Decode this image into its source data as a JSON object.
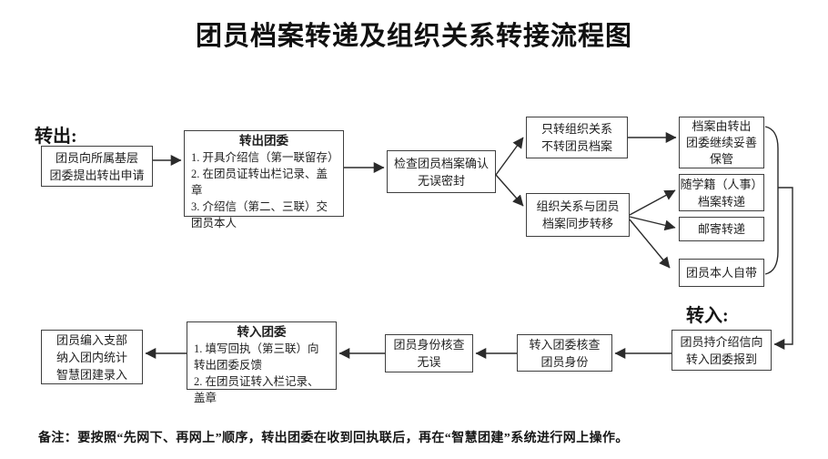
{
  "title": "团员档案转递及组织关系转接流程图",
  "labels": {
    "transfer_out": "转出:",
    "transfer_in": "转入:"
  },
  "boxes": {
    "member_apply": {
      "line1": "团员向所属基层",
      "line2": "团委提出转出申请"
    },
    "out_committee": {
      "title": "转出团委",
      "item1": "1. 开具介绍信（第一联留存）",
      "item2": "2. 在团员证转出栏记录、盖章",
      "item3": "3. 介绍信（第二、三联）交团员本人"
    },
    "check_seal": {
      "line1": "检查团员档案确认",
      "line2": "无误密封"
    },
    "only_relation": {
      "line1": "只转组织关系",
      "line2": "不转团员档案"
    },
    "sync_transfer": {
      "line1": "组织关系与团员",
      "line2": "档案同步转移"
    },
    "keep_archive": {
      "line1": "档案由转出",
      "line2": "团委继续妥善",
      "line3": "保管"
    },
    "with_student_file": {
      "line1": "随学籍（人事）",
      "line2": "档案转递"
    },
    "mail_transfer": {
      "line1": "邮寄转递"
    },
    "self_carry": {
      "line1": "团员本人自带"
    },
    "report_in": {
      "line1": "团员持介绍信向",
      "line2": "转入团委报到"
    },
    "verify_identity": {
      "line1": "转入团委核查",
      "line2": "团员身份"
    },
    "identity_ok": {
      "line1": "团员身份核查",
      "line2": "无误"
    },
    "in_committee": {
      "title": "转入团委",
      "item1": "1. 填写回执（第三联）向转出团委反馈",
      "item2": "2. 在团员证转入栏记录、盖章"
    },
    "final_entry": {
      "line1": "团员编入支部",
      "line2": "纳入团内统计",
      "line3": "智慧团建录入"
    }
  },
  "note": "备注：要按照“先网下、再网上”顺序，转出团委在收到回执联后，再在“智慧团建”系统进行网上操作。"
}
